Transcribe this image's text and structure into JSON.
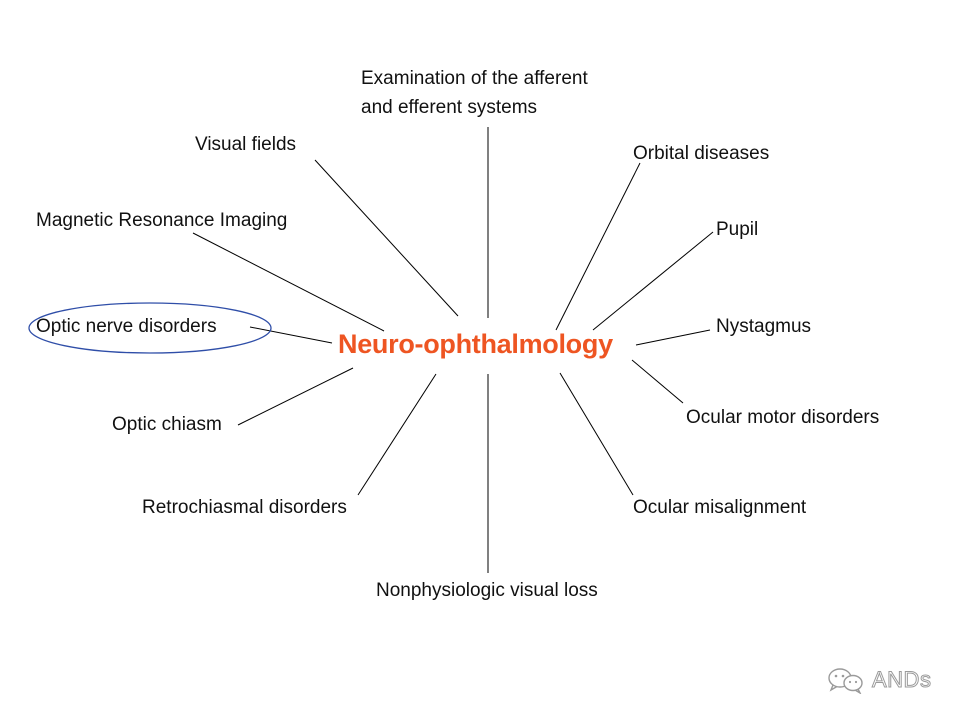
{
  "center": {
    "label": "Neuro-ophthalmology",
    "color": "#ee5522"
  },
  "topics": {
    "examination": {
      "line1": "Examination of the afferent",
      "line2": "and efferent systems"
    },
    "visual_fields": "Visual fields",
    "mri": "Magnetic Resonance Imaging",
    "optic_nerve": "Optic nerve disorders",
    "optic_chiasm": "Optic chiasm",
    "retrochiasmal": "Retrochiasmal disorders",
    "nonphysiologic": "Nonphysiologic visual loss",
    "orbital": "Orbital diseases",
    "pupil": "Pupil",
    "nystagmus": "Nystagmus",
    "ocular_motor": "Ocular motor disorders",
    "ocular_misalignment": "Ocular misalignment"
  },
  "highlight": {
    "target": "Optic nerve disorders",
    "color": "#2f4ea8"
  },
  "watermark": {
    "text": "ANDs",
    "icon": "wechat-icon"
  }
}
